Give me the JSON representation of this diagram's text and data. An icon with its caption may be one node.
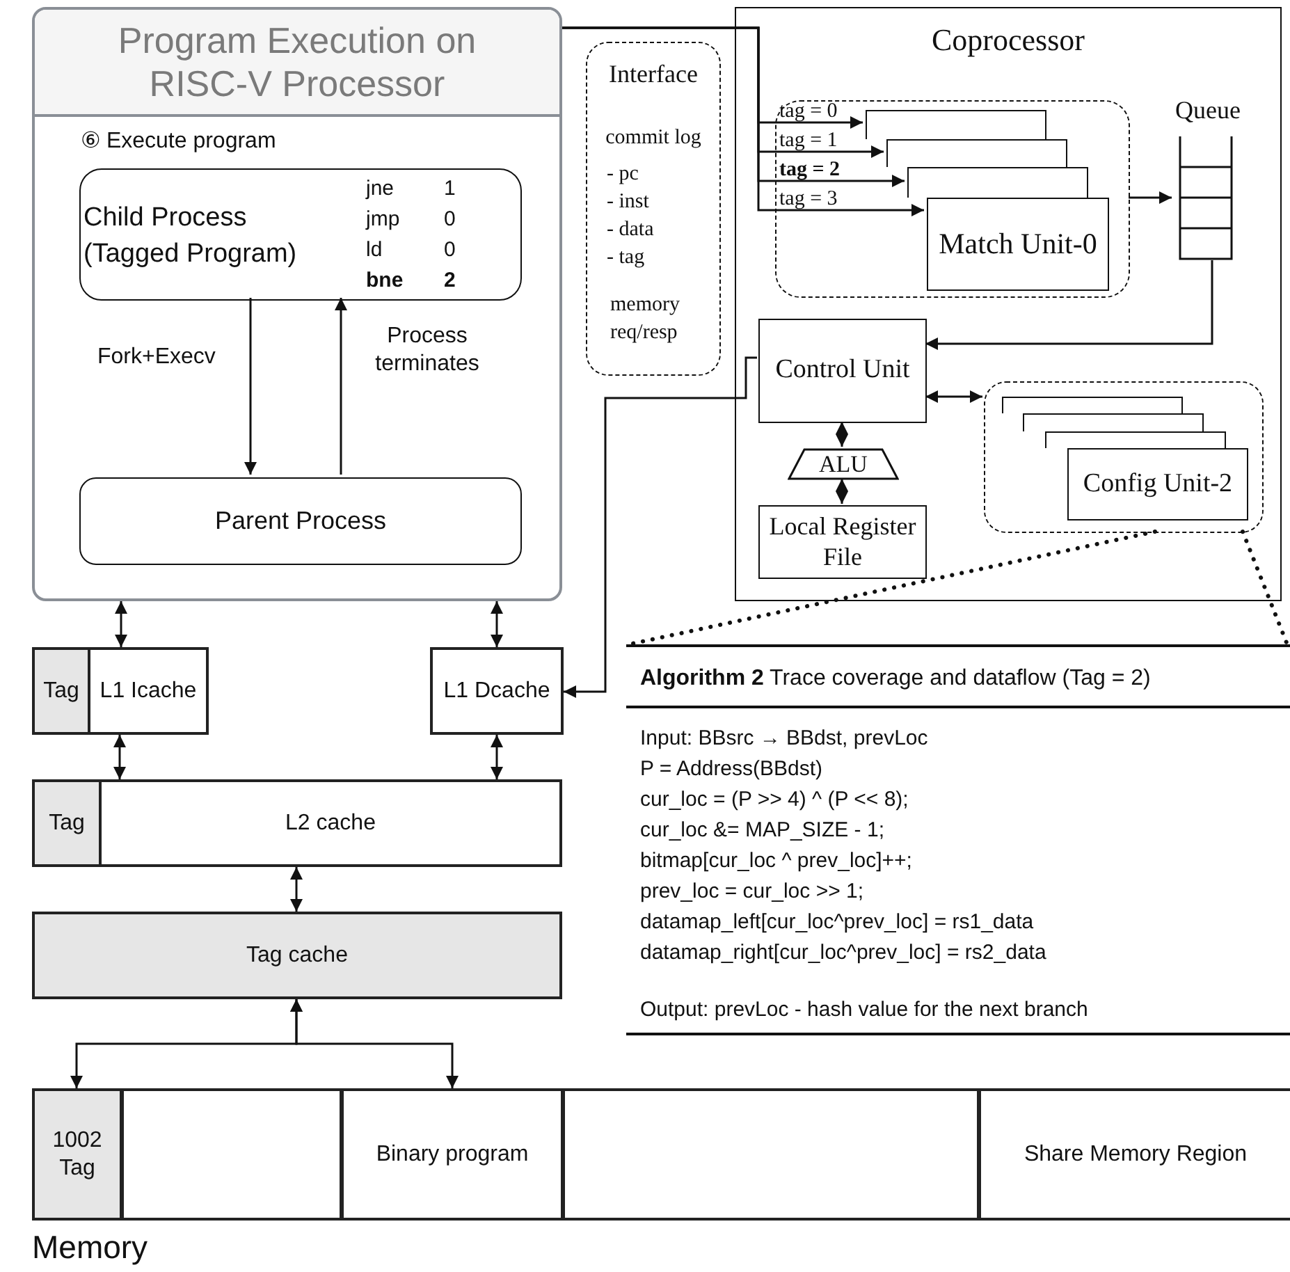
{
  "diagram": {
    "nodes": [
      {
        "text": [
          "Program Execution on RISC-V Processor",
          "⑥ Execute program"
        ]
      },
      {
        "text": [
          "Child Process (Tagged Program)",
          "jne",
          "1",
          "jmp",
          "0",
          "ld",
          "0",
          "bne",
          "2"
        ],
        "in": 0
      },
      {
        "text": [
          "Parent Process"
        ],
        "in": 0
      },
      {
        "text": [
          "Interface",
          "commit log",
          "- pc",
          "- inst",
          "- data",
          "- tag",
          "memory req/resp"
        ]
      },
      {
        "text": [
          "Coprocessor"
        ]
      },
      {
        "text": [],
        "shape": "box",
        "in": 4
      },
      {
        "text": [],
        "shape": "box",
        "in": 5
      },
      {
        "text": [],
        "shape": "box",
        "in": 5
      },
      {
        "text": [],
        "shape": "box",
        "in": 5
      },
      {
        "text": [
          "Match Unit-0"
        ],
        "in": 5
      },
      {
        "text": [
          "Queue"
        ],
        "in": 4
      },
      {
        "text": [
          "Control Unit"
        ],
        "in": 4
      },
      {
        "text": [
          "ALU"
        ],
        "in": 4
      },
      {
        "text": [
          "Local Register File"
        ],
        "in": 4
      },
      {
        "text": [],
        "shape": "box",
        "in": 4
      },
      {
        "text": [],
        "shape": "box",
        "in": 14
      },
      {
        "text": [],
        "shape": "box",
        "in": 14
      },
      {
        "text": [],
        "shape": "box",
        "in": 14
      },
      {
        "text": [
          "Config Unit-2"
        ],
        "in": 14
      },
      {
        "text": [
          "**Algorithm 2** Trace coverage and dataflow (Tag = 2)",
          "Input: BBsrc → BBdst, prevLoc",
          "P = Address(BBdst)",
          "cur_loc = (P >> 4) ^ (P << 8);",
          "cur_loc &= MAP_SIZE - 1;",
          "bitmap[cur_loc ^ prev_loc]++;",
          "prev_loc = cur_loc >> 1;",
          "datamap_left[cur_loc^prev_loc] = rs1_data",
          "datamap_right[cur_loc^prev_loc] = rs2_data",
          "Output: prevLoc - hash value for the next branch"
        ]
      },
      {
        "text": [
          "Tag",
          "L1 Icache"
        ]
      },
      {
        "text": [
          "L1 Dcache"
        ]
      },
      {
        "text": [
          "Tag",
          "L2 cache"
        ]
      },
      {
        "text": [
          "Tag cache"
        ]
      },
      {
        "text": [
          "Memory"
        ]
      },
      {
        "text": [
          "1002 Tag"
        ],
        "in": 24
      },
      {
        "text": [],
        "shape": "box",
        "in": 24
      },
      {
        "text": [
          "Binary program"
        ],
        "in": 24
      },
      {
        "text": [],
        "shape": "box",
        "in": 24
      },
      {
        "text": [
          "Share Memory Region"
        ],
        "in": 24
      }
    ],
    "edges": [
      {
        "from": 1,
        "to": 2,
        "arrow": "to",
        "label": "Fork+Execv"
      },
      {
        "from": 2,
        "to": 1,
        "arrow": "to",
        "label": "Process terminates"
      },
      {
        "from": 0,
        "to": 6,
        "arrow": "to",
        "label": "tag = 0"
      },
      {
        "from": 0,
        "to": 7,
        "arrow": "to",
        "label": "tag = 1"
      },
      {
        "from": 0,
        "to": 8,
        "arrow": "to",
        "label": "tag = 2"
      },
      {
        "from": 0,
        "to": 9,
        "arrow": "to",
        "label": "tag = 3"
      },
      {
        "from": 5,
        "to": 10,
        "arrow": "to"
      },
      {
        "from": 10,
        "to": 11,
        "arrow": "to"
      },
      {
        "from": 11,
        "to": 21,
        "arrow": "to"
      },
      {
        "from": 11,
        "to": 12,
        "arrow": "both"
      },
      {
        "from": 12,
        "to": 13,
        "arrow": "both"
      },
      {
        "from": 11,
        "to": 14,
        "arrow": "both"
      },
      {
        "from": 14,
        "to": 19,
        "arrow": "none",
        "style": "dashed"
      },
      {
        "from": 14,
        "to": 19,
        "arrow": "none",
        "style": "dashed"
      },
      {
        "from": 0,
        "to": 20,
        "arrow": "both"
      },
      {
        "from": 0,
        "to": 21,
        "arrow": "both"
      },
      {
        "from": 20,
        "to": 22,
        "arrow": "both"
      },
      {
        "from": 21,
        "to": 22,
        "arrow": "both"
      },
      {
        "from": 22,
        "to": 23,
        "arrow": "both"
      },
      {
        "from": 23,
        "to": 25,
        "arrow": "both"
      },
      {
        "from": 23,
        "to": 27,
        "arrow": "both"
      }
    ]
  }
}
